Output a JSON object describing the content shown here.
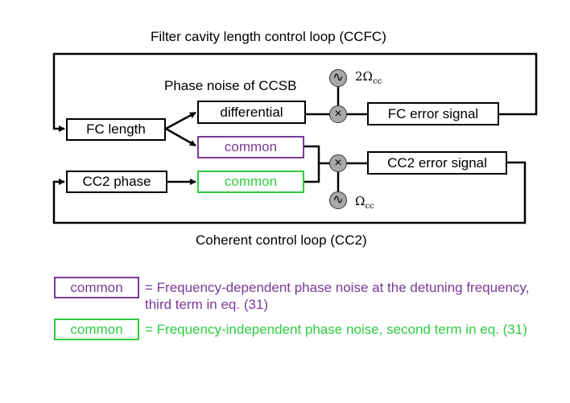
{
  "diagram": {
    "top_loop_title": "Filter cavity length control loop (CCFC)",
    "bottom_loop_title": "Coherent control loop (CC2)",
    "phase_noise_label": "Phase noise of CCSB",
    "boxes": {
      "fc_length": "FC length",
      "cc2_phase": "CC2 phase",
      "differential": "differential",
      "common_purple": "common",
      "common_green": "common",
      "fc_error": "FC error signal",
      "cc2_error": "CC2 error signal"
    },
    "oscillators": {
      "top_label_main": "2Ω",
      "top_label_sub": "cc",
      "bottom_label_main": "Ω",
      "bottom_label_sub": "cc",
      "oscillator_glyph": "∿",
      "mixer_glyph": "×"
    }
  },
  "legend": [
    {
      "box_label": "common",
      "text": "= Frequency-dependent phase noise at the detuning frequency, third term in eq. (31)",
      "color": "#7b3a96"
    },
    {
      "box_label": "common",
      "text": "= Frequency-independent phase noise, second term in eq. (31)",
      "color": "#2ecc40"
    }
  ],
  "colors": {
    "purple": "#7b3a96",
    "green": "#2ecc40",
    "black": "#000000",
    "mixer_gray": "#a9a9a9"
  }
}
